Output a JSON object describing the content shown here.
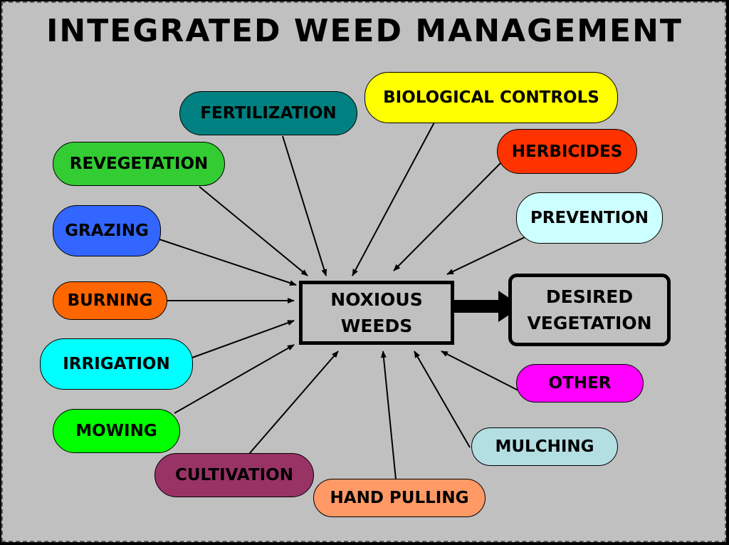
{
  "title": "INTEGRATED WEED MANAGEMENT",
  "center": {
    "line1": "NOXIOUS",
    "line2": "WEEDS"
  },
  "outcome": {
    "line1": "DESIRED",
    "line2": "VEGETATION"
  },
  "methods": [
    {
      "id": "fertilization",
      "label": "FERTILIZATION",
      "color": "#008080"
    },
    {
      "id": "biological",
      "label": "BIOLOGICAL CONTROLS",
      "color": "#ffff00"
    },
    {
      "id": "revegetation",
      "label": "REVEGETATION",
      "color": "#33cc33"
    },
    {
      "id": "herbicides",
      "label": "HERBICIDES",
      "color": "#ff3300"
    },
    {
      "id": "grazing",
      "label": "GRAZING",
      "color": "#3366ff"
    },
    {
      "id": "prevention",
      "label": "PREVENTION",
      "color": "#ccffff"
    },
    {
      "id": "burning",
      "label": "BURNING",
      "color": "#ff6600"
    },
    {
      "id": "irrigation",
      "label": "IRRIGATION",
      "color": "#00ffff"
    },
    {
      "id": "other",
      "label": "OTHER",
      "color": "#ff00ff"
    },
    {
      "id": "mowing",
      "label": "MOWING",
      "color": "#00ff00"
    },
    {
      "id": "mulching",
      "label": "MULCHING",
      "color": "#b3dfe3"
    },
    {
      "id": "cultivation",
      "label": "CULTIVATION",
      "color": "#993366"
    },
    {
      "id": "hand-pulling",
      "label": "HAND PULLING",
      "color": "#ff9966"
    }
  ]
}
